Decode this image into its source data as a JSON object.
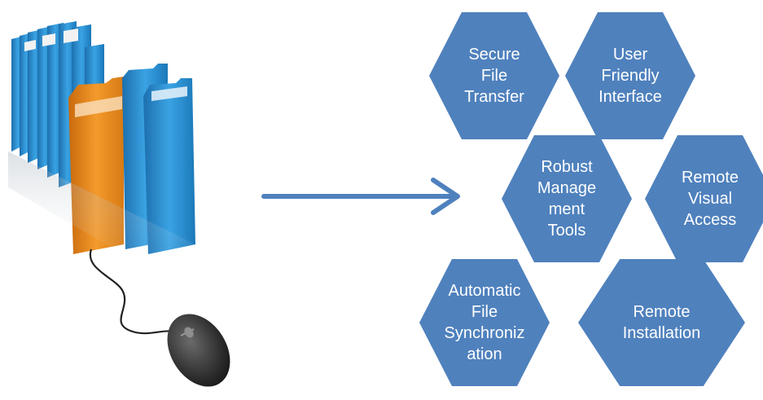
{
  "features": [
    {
      "id": "secure-file-transfer",
      "label": "Secure\nFile\nTransfer"
    },
    {
      "id": "user-friendly-interface",
      "label": "User\nFriendly\nInterface"
    },
    {
      "id": "robust-management-tools",
      "label": "Robust\nManage\nment\nTools"
    },
    {
      "id": "remote-visual-access",
      "label": "Remote\nVisual\nAccess"
    },
    {
      "id": "automatic-file-synchronization",
      "label": "Automatic\nFile\nSynchroniz\nation"
    },
    {
      "id": "remote-installation",
      "label": "Remote\nInstallation"
    }
  ],
  "colors": {
    "hexagon": "#4f81bd",
    "arrow": "#4f81bd",
    "label_text": "#ffffff",
    "folder_orange": "#e8891f",
    "folder_blue": "#2f97d8",
    "mouse": "#2b2b2b"
  }
}
